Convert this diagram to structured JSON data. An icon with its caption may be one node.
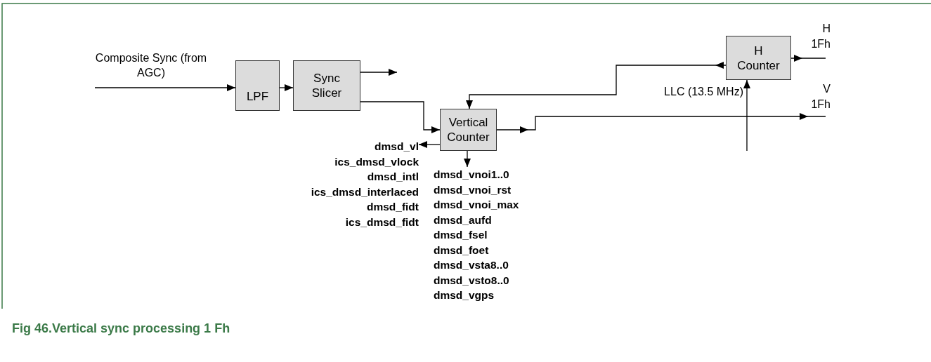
{
  "diagram": {
    "caption": "Fig 46.Vertical sync processing 1 Fh",
    "nodes": [
      {
        "text": [
          "LPF"
        ]
      },
      {
        "text": [
          "Sync Slicer"
        ]
      },
      {
        "text": [
          "Vertical Counter"
        ]
      },
      {
        "text": [
          "H Counter"
        ]
      },
      {
        "text": [
          "dmsd_vl",
          "ics_dmsd_vlock",
          "dmsd_intl",
          "ics_dmsd_interlaced",
          "dmsd_fidt",
          "ics_dmsd_fidt"
        ]
      },
      {
        "text": [
          "dmsd_vnoi1..0",
          "dmsd_vnoi_rst",
          "dmsd_vnoi_max",
          "dmsd_aufd",
          "dmsd_fsel",
          "dmsd_foet",
          "dmsd_vsta8..0",
          "dmsd_vsto8..0",
          "dmsd_vgps"
        ]
      },
      {
        "text": [
          "H 1Fh"
        ]
      },
      {
        "text": [
          "V 1Fh"
        ]
      }
    ],
    "edges": [
      {
        "from": null,
        "to": 0,
        "arrow": "to",
        "label": "Composite Sync (from AGC)"
      },
      {
        "from": 0,
        "to": 1,
        "arrow": "to"
      },
      {
        "from": 1,
        "to": null,
        "arrow": "to"
      },
      {
        "from": 1,
        "to": 2,
        "arrow": "to"
      },
      {
        "from": 2,
        "to": 7,
        "arrow": "to"
      },
      {
        "from": 3,
        "to": 2,
        "arrow": "to"
      },
      {
        "from": 3,
        "to": 6,
        "arrow": "to"
      },
      {
        "from": null,
        "to": 3,
        "arrow": "to",
        "label": "LLC (13.5 MHz)"
      },
      {
        "from": 2,
        "to": 4,
        "arrow": "to"
      },
      {
        "from": 2,
        "to": 5,
        "arrow": "to"
      }
    ]
  }
}
